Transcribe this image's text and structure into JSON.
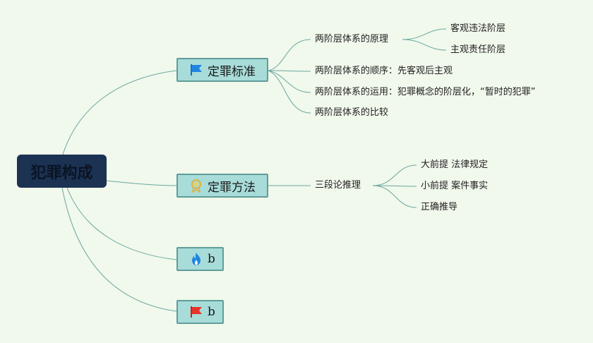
{
  "root": {
    "label": "犯罪构成"
  },
  "branches": {
    "standard": {
      "label": "定罪标准",
      "icon": "blue-flag-icon",
      "children": {
        "principle": {
          "label": "两阶层体系的原理",
          "children": [
            "客观违法阶层",
            "主观责任阶层"
          ]
        },
        "order": {
          "label": "两阶层体系的顺序：先客观后主观"
        },
        "usage": {
          "label": "两阶层体系的运用：犯罪概念的阶层化，“暂时的犯罪”"
        },
        "compare": {
          "label": "两阶层体系的比较"
        }
      }
    },
    "method": {
      "label": "定罪方法",
      "icon": "medal-badge-icon",
      "children": {
        "syllogism": {
          "label": "三段论推理",
          "children": [
            "大前提 法律规定",
            "小前提 案件事实",
            "正确推导"
          ]
        }
      }
    },
    "b1": {
      "label": "b",
      "icon": "blue-flame-icon"
    },
    "b2": {
      "label": "b",
      "icon": "red-flag-icon"
    }
  },
  "colors": {
    "background": "#f1f8ec",
    "root_fill": "#1b3253",
    "branch_fill": "#a8dcd9",
    "branch_border": "#5f9d99",
    "connector": "#6aa89f"
  }
}
